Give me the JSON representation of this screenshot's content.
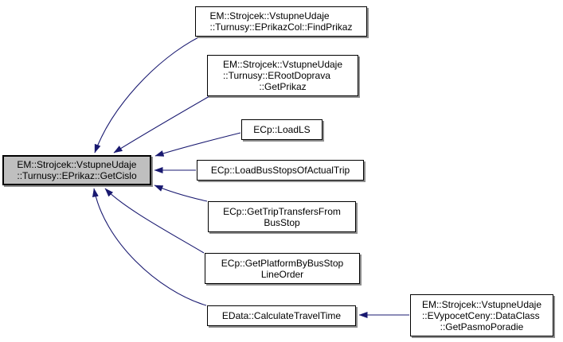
{
  "graph": {
    "kind": "caller-graph",
    "colors": {
      "background": "#ffffff",
      "edge": "#191970",
      "node_fill": "#ffffff",
      "focus_node_fill": "#bfbfbf",
      "node_border": "#000000",
      "node_shadow": "#8e8e8e"
    },
    "focus_node": {
      "id": "getcislo",
      "lines": [
        "EM::Strojcek::VstupneUdaje",
        "::Turnusy::EPrikaz::GetCislo"
      ]
    },
    "callers": [
      {
        "id": "findprikaz",
        "lines": [
          "EM::Strojcek::VstupneUdaje",
          "::Turnusy::EPrikazCol::FindPrikaz"
        ]
      },
      {
        "id": "getprikaz",
        "lines": [
          "EM::Strojcek::VstupneUdaje",
          "::Turnusy::ERootDoprava",
          "::GetPrikaz"
        ]
      },
      {
        "id": "loadls",
        "lines": [
          "ECp::LoadLS"
        ]
      },
      {
        "id": "loadbusstops",
        "lines": [
          "ECp::LoadBusStopsOfActualTrip"
        ]
      },
      {
        "id": "gettriptransfers",
        "lines": [
          "ECp::GetTripTransfersFrom",
          "BusStop"
        ]
      },
      {
        "id": "getplatform",
        "lines": [
          "ECp::GetPlatformByBusStop",
          "LineOrder"
        ]
      },
      {
        "id": "calculatetraveltime",
        "lines": [
          "EData::CalculateTravelTime"
        ]
      },
      {
        "id": "getpasmoporadie",
        "lines": [
          "EM::Strojcek::VstupneUdaje",
          "::EVypocetCeny::DataClass",
          "::GetPasmoPoradie"
        ]
      }
    ],
    "edges": [
      {
        "from": "findprikaz",
        "to": "getcislo"
      },
      {
        "from": "getprikaz",
        "to": "getcislo"
      },
      {
        "from": "loadls",
        "to": "getcislo"
      },
      {
        "from": "loadbusstops",
        "to": "getcislo"
      },
      {
        "from": "gettriptransfers",
        "to": "getcislo"
      },
      {
        "from": "getplatform",
        "to": "getcislo"
      },
      {
        "from": "calculatetraveltime",
        "to": "getcislo"
      },
      {
        "from": "getpasmoporadie",
        "to": "calculatetraveltime"
      }
    ]
  }
}
